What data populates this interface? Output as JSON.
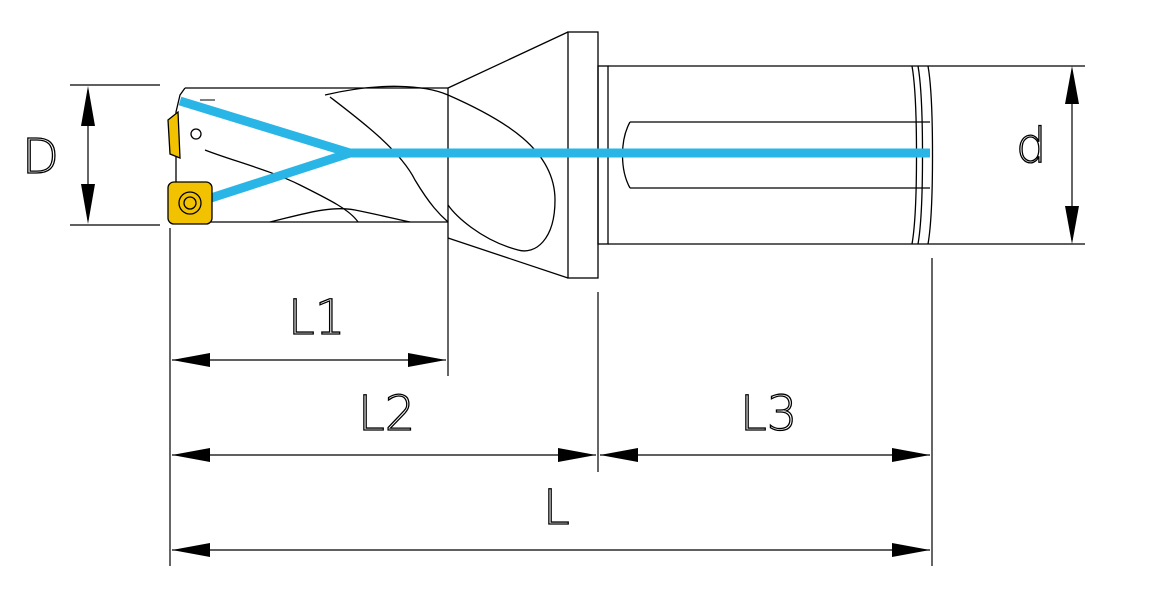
{
  "labels": {
    "D": "D",
    "d": "d",
    "L1": "L1",
    "L2": "L2",
    "L3": "L3",
    "L": "L"
  },
  "colors": {
    "coolant": "#29b6e6",
    "insert": "#f2c200",
    "line": "#000000",
    "background": "#ffffff"
  }
}
